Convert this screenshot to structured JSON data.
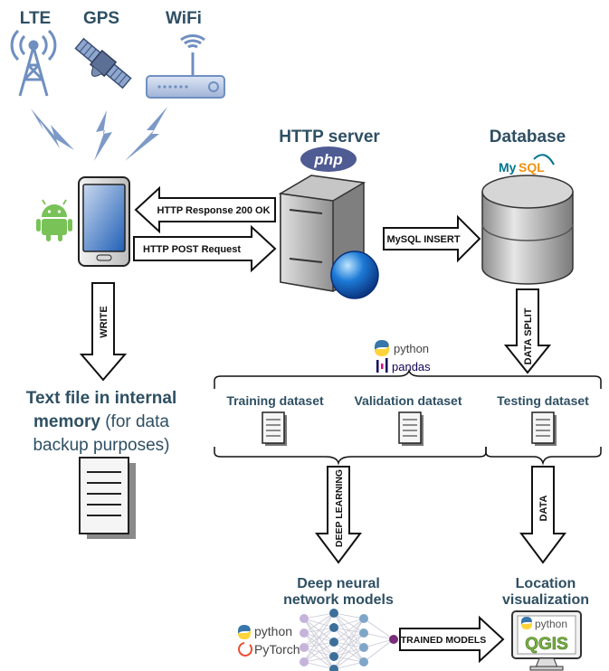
{
  "signals": {
    "lte": "LTE",
    "gps": "GPS",
    "wifi": "WiFi"
  },
  "server": {
    "title": "HTTP server",
    "logo": "php"
  },
  "database": {
    "title": "Database",
    "logo_my": "My",
    "logo_sql": "SQL"
  },
  "arrows": {
    "response": "HTTP Response 200 OK",
    "request": "HTTP POST Request",
    "insert": "MySQL INSERT",
    "write": "WRITE",
    "split": "DATA SPLIT",
    "deep_learning": "DEEP LEARNING",
    "data": "DATA",
    "trained": "TRAINED MODELS"
  },
  "textfile": {
    "line1": "Text file in internal",
    "line2_bold": "memory",
    "line2_rest": " (for data",
    "line3": "backup purposes)"
  },
  "libs": {
    "python": "python",
    "pandas": "pandas",
    "pytorch": "PyTorch",
    "qgis": "QGIS"
  },
  "datasets": {
    "training": "Training dataset",
    "validation": "Validation dataset",
    "testing": "Testing dataset"
  },
  "outputs": {
    "dnn_line1": "Deep neural",
    "dnn_line2": "network models",
    "loc_line1": "Location",
    "loc_line2": "visualization"
  },
  "colors": {
    "title": "#2e4f63",
    "icon_blue": "#6f8fc0",
    "android": "#78c257",
    "php": "#4f5b93",
    "mysql_blue": "#00758f",
    "mysql_orange": "#f29111",
    "python_blue": "#3776ab",
    "python_yellow": "#ffd43b",
    "pandas": "#150458",
    "pytorch": "#ee4c2c"
  }
}
